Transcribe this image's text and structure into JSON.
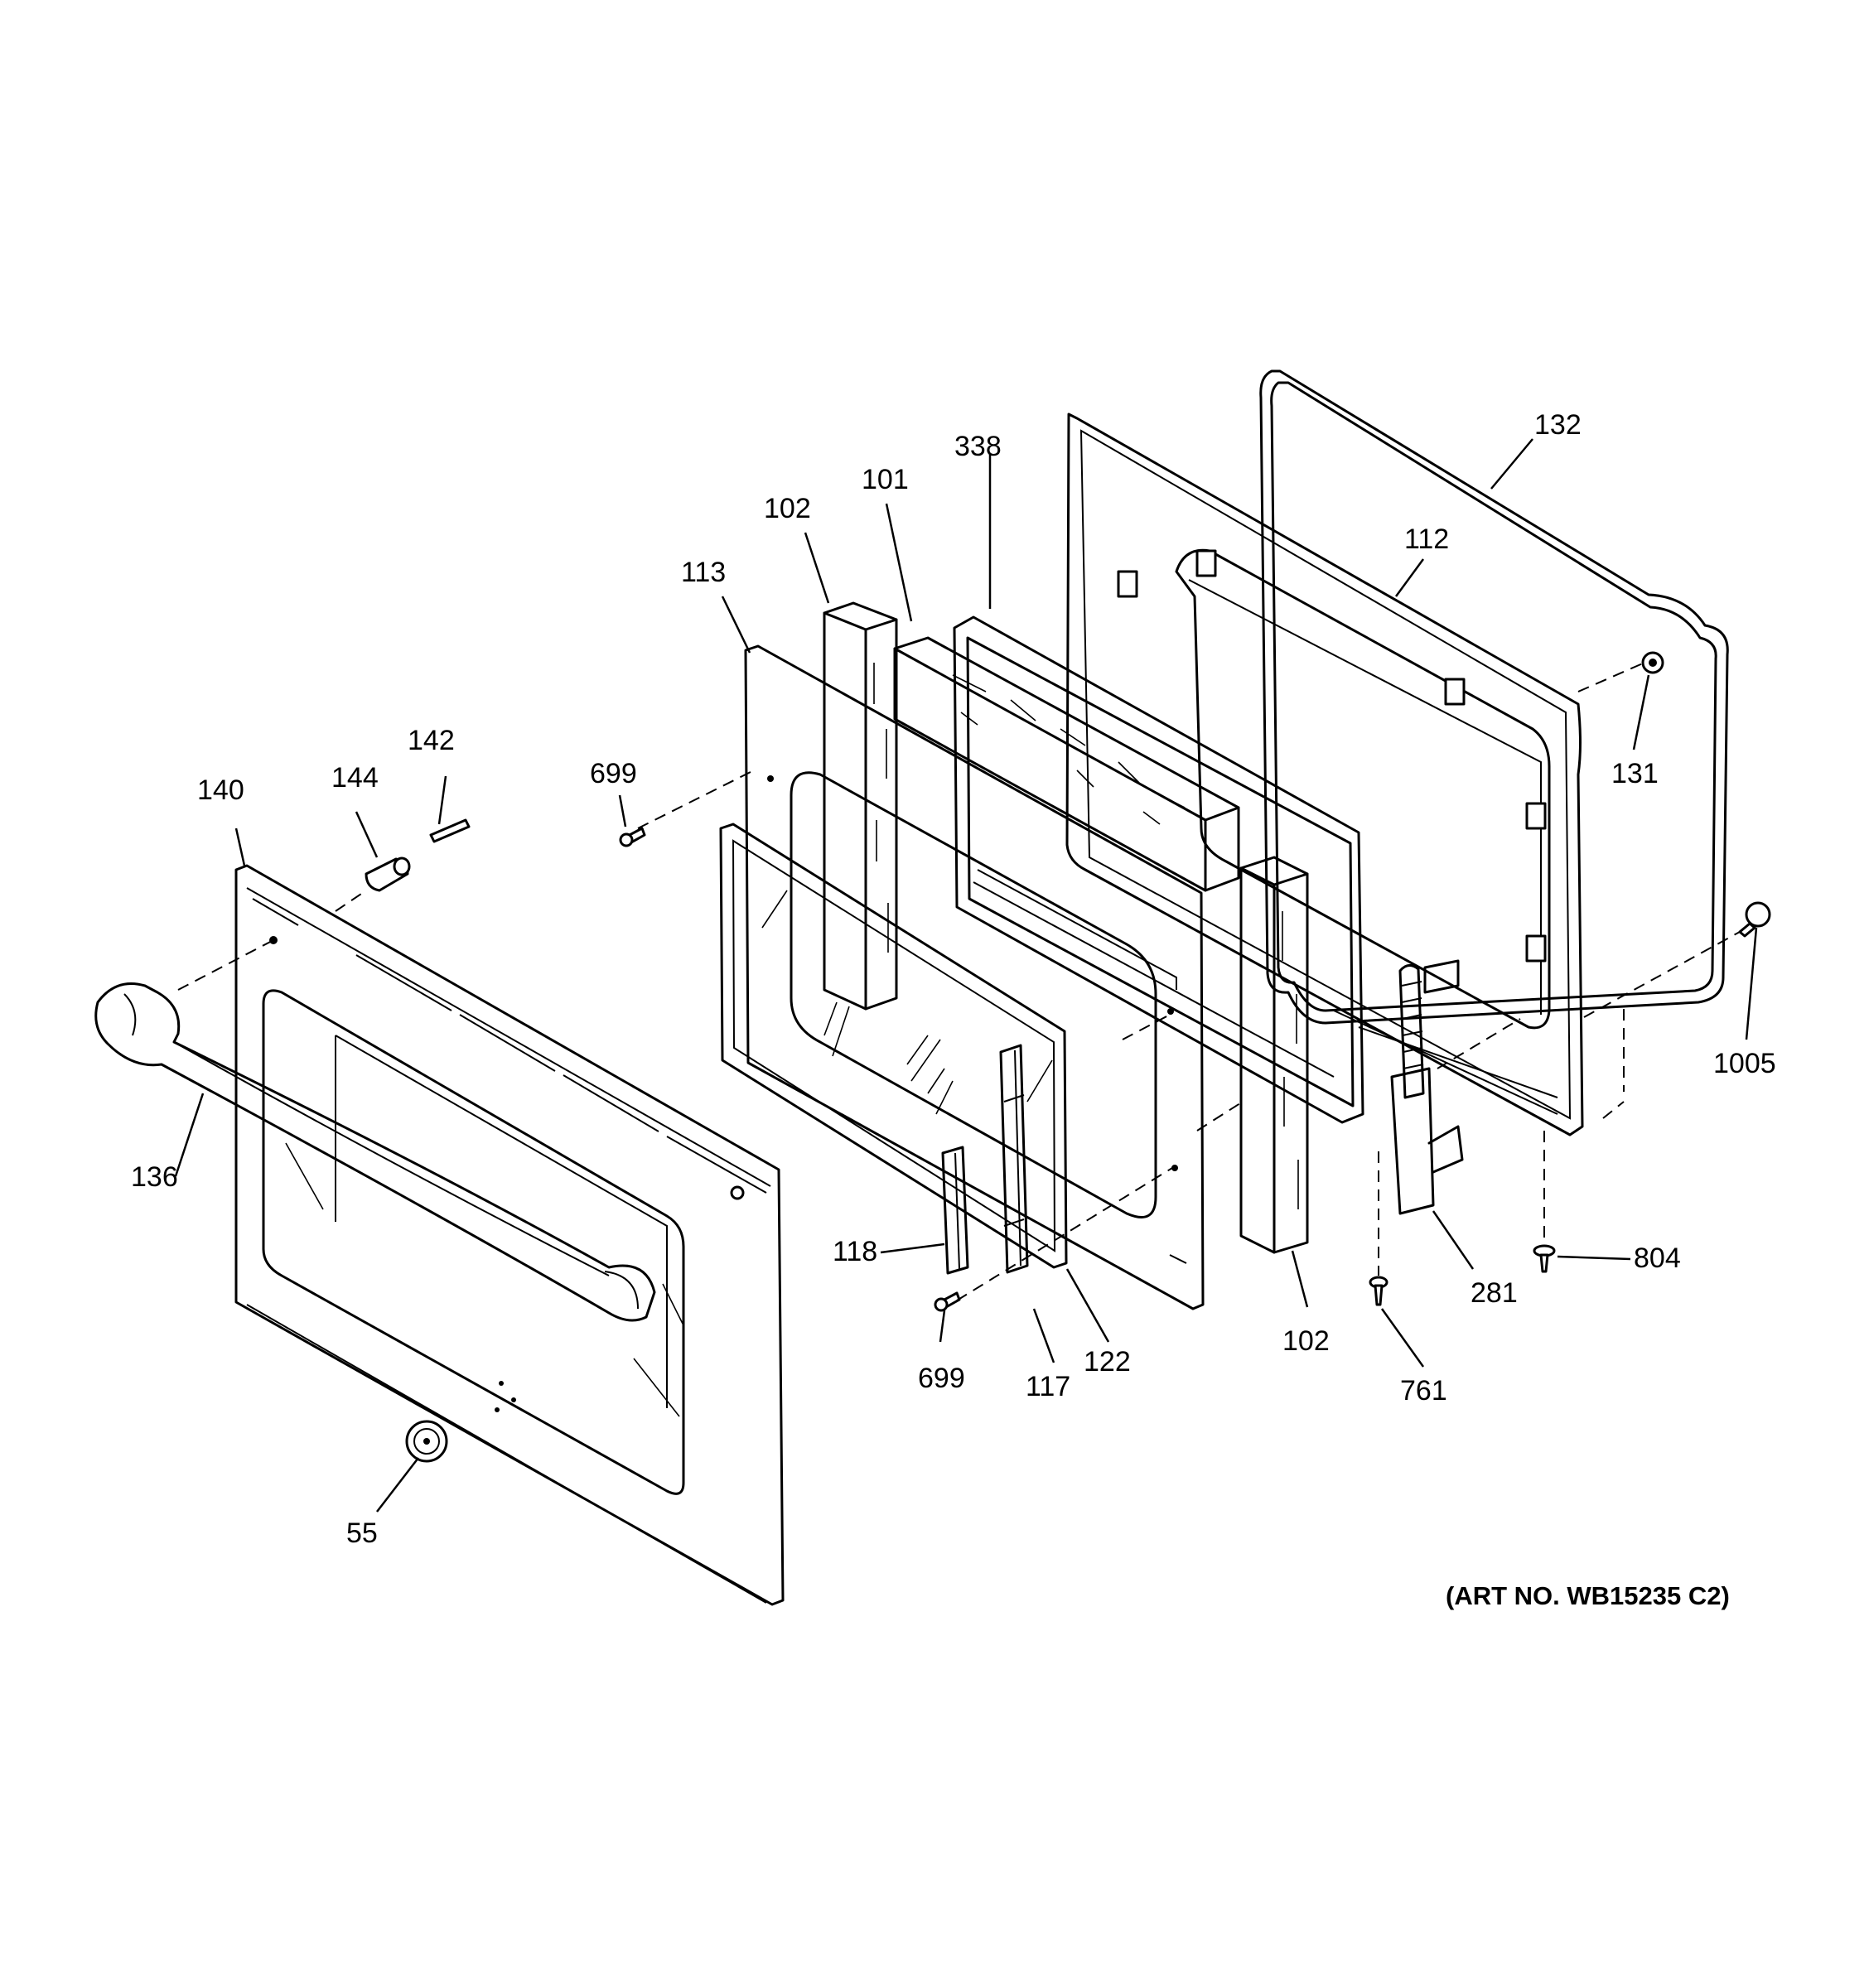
{
  "callouts": {
    "c132": "132",
    "c338": "338",
    "c101": "101",
    "c102_top": "102",
    "c112": "112",
    "c113": "113",
    "c131": "131",
    "c142": "142",
    "c140": "140",
    "c144": "144",
    "c699_top": "699",
    "c1005": "1005",
    "c136": "136",
    "c118": "118",
    "c804": "804",
    "c281": "281",
    "c122": "122",
    "c102_bottom": "102",
    "c699_bottom": "699",
    "c117": "117",
    "c761": "761",
    "c55": "55"
  },
  "art_number": "(ART NO. WB15235 C2)"
}
